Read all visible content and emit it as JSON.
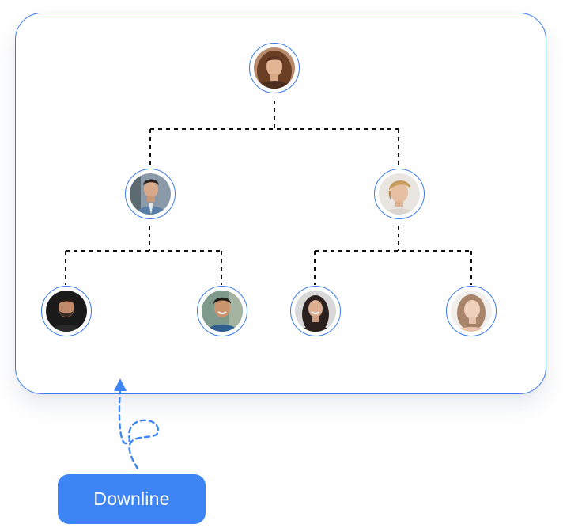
{
  "colors": {
    "accent": "#3b7be8",
    "button_bg": "#3d84f5",
    "button_text": "#ffffff",
    "connector": "#111111",
    "arrow": "#3d84f5"
  },
  "tree": {
    "root": {
      "avatar": "avatar-woman-long-hair"
    },
    "level2": [
      {
        "avatar": "avatar-man-denim-jacket"
      },
      {
        "avatar": "avatar-man-blond"
      }
    ],
    "level3": [
      {
        "avatar": "avatar-man-dark-beard"
      },
      {
        "avatar": "avatar-man-smiling"
      },
      {
        "avatar": "avatar-woman-dark-hair"
      },
      {
        "avatar": "avatar-woman-light"
      }
    ]
  },
  "action": {
    "label": "Downline",
    "icon": "dashed-loop-arrow-up-icon"
  }
}
